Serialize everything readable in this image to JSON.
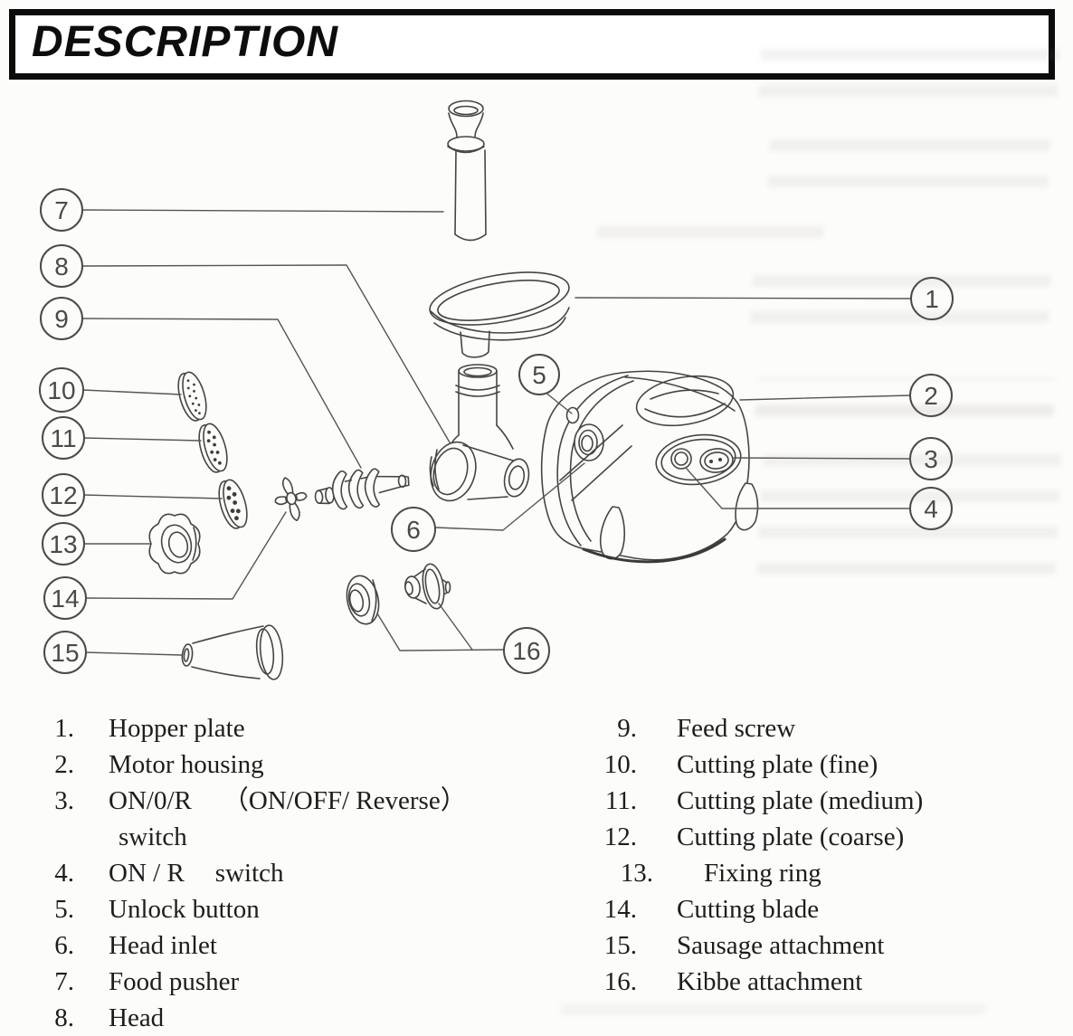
{
  "header": {
    "title": "DESCRIPTION"
  },
  "diagram": {
    "callouts": [
      "1",
      "2",
      "3",
      "4",
      "5",
      "6",
      "7",
      "8",
      "9",
      "10",
      "11",
      "12",
      "13",
      "14",
      "15",
      "16"
    ]
  },
  "parts_list": {
    "left": [
      {
        "num": "1.",
        "label": "Hopper plate"
      },
      {
        "num": "2.",
        "label": "Motor housing"
      },
      {
        "num": "3.",
        "label": "ON/0/R",
        "label2": "（ON/OFF/ Reverse）"
      },
      {
        "num": "",
        "label": "switch"
      },
      {
        "num": "4.",
        "label": "ON / R",
        "label2": "switch"
      },
      {
        "num": "5.",
        "label": "Unlock button"
      },
      {
        "num": "6.",
        "label": "Head inlet"
      },
      {
        "num": "7.",
        "label": "Food pusher"
      },
      {
        "num": "8.",
        "label": "Head"
      }
    ],
    "right": [
      {
        "num": "9.",
        "label": "Feed screw"
      },
      {
        "num": "10.",
        "label": "Cutting plate (fine)"
      },
      {
        "num": "11.",
        "label": "Cutting plate (medium)"
      },
      {
        "num": "12.",
        "label": "Cutting plate (coarse)"
      },
      {
        "num": "13.",
        "label": "Fixing ring"
      },
      {
        "num": "14.",
        "label": "Cutting blade"
      },
      {
        "num": "15.",
        "label": "Sausage attachment"
      },
      {
        "num": "16.",
        "label": "Kibbe attachment"
      }
    ]
  }
}
